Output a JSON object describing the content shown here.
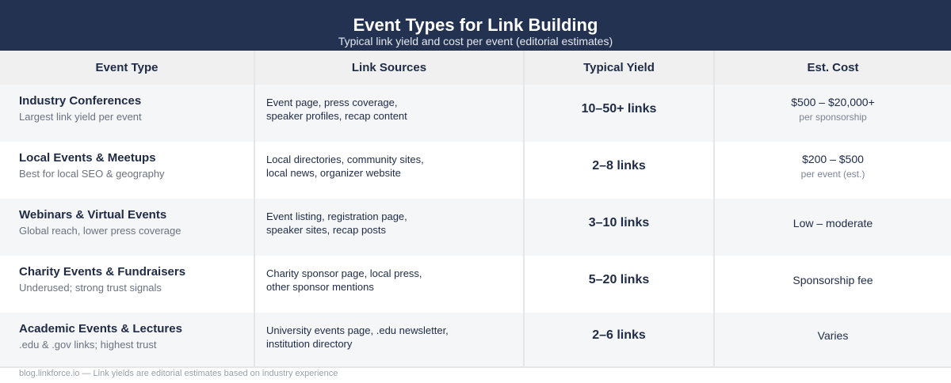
{
  "header": {
    "title": "Event Types for Link Building",
    "subtitle": "Typical link yield and cost per event (editorial estimates)"
  },
  "colors": {
    "banner_bg": "#233250",
    "header_row_bg": "#f0f0f0",
    "alt_row_bg": "#f4f6f8",
    "text_primary": "#1f2a44",
    "text_secondary": "#6b7280"
  },
  "table": {
    "columns": [
      "Event Type",
      "Link Sources",
      "Typical Yield",
      "Est. Cost"
    ],
    "rows": [
      {
        "event_type": "Industry Conferences",
        "event_desc": "Largest link yield per event",
        "sources_line1": "Event page, press coverage,",
        "sources_line2": "speaker profiles, recap content",
        "yield": "10–50+ links",
        "cost": "$500 – $20,000+",
        "cost_note": "per sponsorship"
      },
      {
        "event_type": "Local Events & Meetups",
        "event_desc": "Best for local SEO & geography",
        "sources_line1": "Local directories, community sites,",
        "sources_line2": "local news, organizer website",
        "yield": "2–8 links",
        "cost": "$200 – $500",
        "cost_note": "per event (est.)"
      },
      {
        "event_type": "Webinars & Virtual Events",
        "event_desc": "Global reach, lower press coverage",
        "sources_line1": "Event listing, registration page,",
        "sources_line2": "speaker sites, recap posts",
        "yield": "3–10 links",
        "cost": "Low – moderate",
        "cost_note": ""
      },
      {
        "event_type": "Charity Events & Fundraisers",
        "event_desc": "Underused; strong trust signals",
        "sources_line1": "Charity sponsor page, local press,",
        "sources_line2": "other sponsor mentions",
        "yield": "5–20 links",
        "cost": "Sponsorship fee",
        "cost_note": ""
      },
      {
        "event_type": "Academic Events & Lectures",
        "event_desc": ".edu & .gov links; highest trust",
        "sources_line1": "University events page, .edu newsletter,",
        "sources_line2": "institution directory",
        "yield": "2–6 links",
        "cost": "Varies",
        "cost_note": ""
      }
    ]
  },
  "footer": {
    "text": "blog.linkforce.io — Link yields are editorial estimates based on industry experience"
  }
}
